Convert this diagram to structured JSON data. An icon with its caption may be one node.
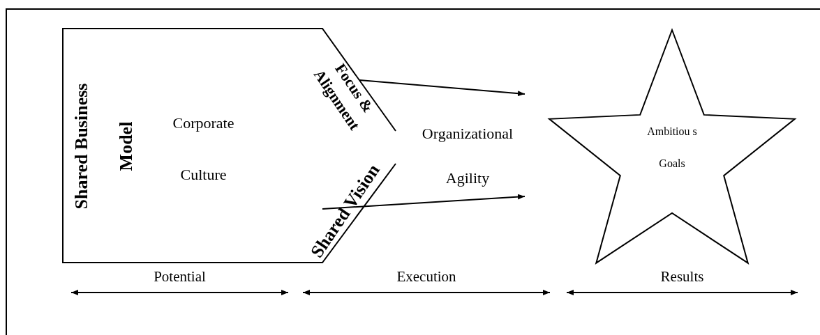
{
  "diagram": {
    "nodes": [
      {
        "text": [
          "Shared Business Model",
          "Corporate Culture"
        ]
      },
      {
        "text": [
          "Focus & Alignment"
        ],
        "in": 0
      },
      {
        "text": [
          "Shared Vision"
        ],
        "in": 0
      },
      {
        "text": [
          "Organizational Agility"
        ]
      },
      {
        "text": [
          "Ambitiou s Goals"
        ]
      }
    ],
    "edges": [
      {
        "from": 1,
        "to": 3,
        "arrow": "to"
      },
      {
        "from": 2,
        "to": 3,
        "arrow": "to"
      }
    ],
    "labels": [
      "Potential",
      "Execution",
      "Results"
    ]
  }
}
